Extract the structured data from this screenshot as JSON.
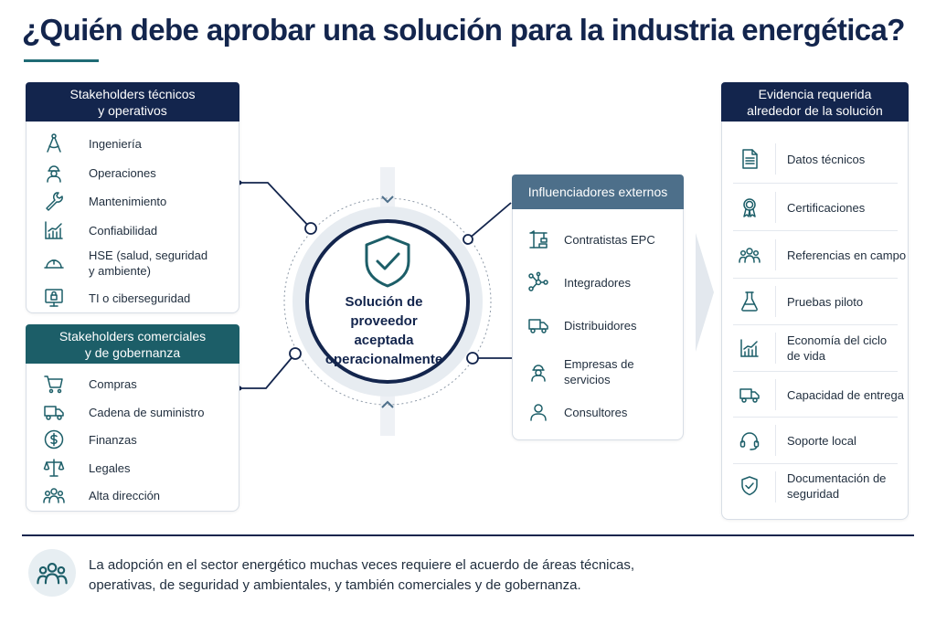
{
  "title": "¿Quién debe aprobar una solución para la industria energética?",
  "technical": {
    "header_line1": "Stakeholders técnicos",
    "header_line2": "y operativos",
    "items": [
      {
        "label": "Ingeniería",
        "icon": "compass-icon"
      },
      {
        "label": "Operaciones",
        "icon": "worker-icon"
      },
      {
        "label": "Mantenimiento",
        "icon": "wrench-icon"
      },
      {
        "label": "Confiabilidad",
        "icon": "chart-icon"
      },
      {
        "label_line1": "HSE (salud, seguridad",
        "label_line2": "y ambiente)",
        "icon": "hardhat-icon"
      },
      {
        "label": "TI o ciberseguridad",
        "icon": "monitor-lock-icon"
      }
    ]
  },
  "commercial": {
    "header_line1": "Stakeholders comerciales",
    "header_line2": "y de gobernanza",
    "items": [
      {
        "label": "Compras",
        "icon": "cart-icon"
      },
      {
        "label": "Cadena de suministro",
        "icon": "truck-icon"
      },
      {
        "label": "Finanzas",
        "icon": "dollar-icon"
      },
      {
        "label": "Legales",
        "icon": "scales-icon"
      },
      {
        "label": "Alta dirección",
        "icon": "group-icon"
      }
    ]
  },
  "center": {
    "line1": "Solución de",
    "line2": "proveedor",
    "line3": "aceptada",
    "line4": "operacionalmente",
    "icon": "shield-check-icon"
  },
  "external": {
    "header": "Influenciadores externos",
    "items": [
      {
        "label": "Contratistas EPC",
        "icon": "crane-icon"
      },
      {
        "label": "Integradores",
        "icon": "network-icon"
      },
      {
        "label": "Distribuidores",
        "icon": "truck-icon"
      },
      {
        "label": "Empresas de servicios",
        "icon": "worker-icon"
      },
      {
        "label": "Consultores",
        "icon": "person-icon"
      }
    ]
  },
  "evidence": {
    "header_line1": "Evidencia requerida",
    "header_line2": "alrededor de la solución",
    "items": [
      {
        "label": "Datos técnicos",
        "icon": "document-icon"
      },
      {
        "label": "Certificaciones",
        "icon": "award-icon"
      },
      {
        "label": "Referencias en campo",
        "icon": "group-icon"
      },
      {
        "label": "Pruebas piloto",
        "icon": "flask-icon"
      },
      {
        "label_line1": "Economía del ciclo",
        "label_line2": "de vida",
        "icon": "chart-icon"
      },
      {
        "label": "Capacidad de entrega",
        "icon": "truck-icon"
      },
      {
        "label": "Soporte local",
        "icon": "headset-icon"
      },
      {
        "label_line1": "Documentación de",
        "label_line2": "seguridad",
        "icon": "shield-check-icon"
      }
    ]
  },
  "note": {
    "line1": "La adopción en el sector energético muchas veces requiere el acuerdo de áreas técnicas,",
    "line2": "operativas, de seguridad y ambientales, y también comerciales y de gobernanza.",
    "icon": "group-icon"
  },
  "colors": {
    "navy": "#13254d",
    "teal": "#1c5e68",
    "slate": "#4d6f8a"
  }
}
